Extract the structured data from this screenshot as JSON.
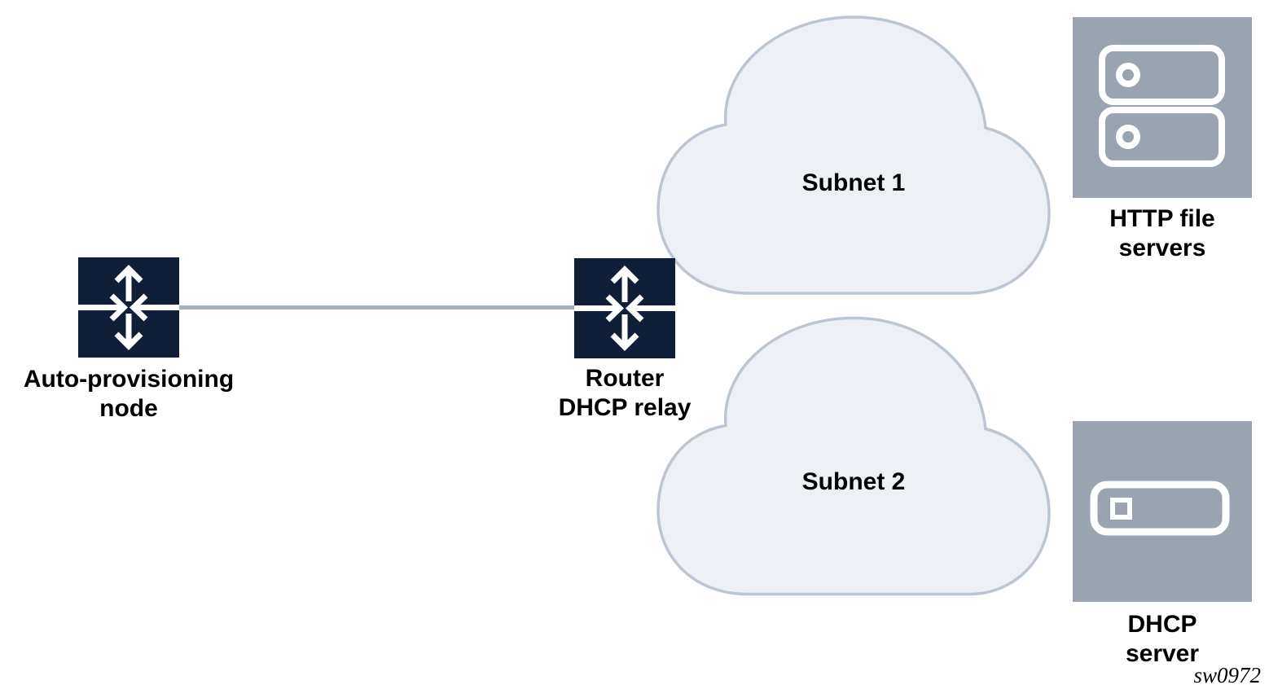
{
  "diagram": {
    "watermark": "sw0972",
    "colors": {
      "node_fill": "#101e38",
      "server_fill": "#9aa4b0",
      "cloud_fill": "#edf1f6",
      "cloud_stroke": "#bcc6d2",
      "link": "#a4aebc",
      "icon_stroke": "#ffffff",
      "label_text": "#000000"
    },
    "nodes": {
      "auto_provisioning": {
        "label_line1": "Auto-provisioning",
        "label_line2": "node"
      },
      "router": {
        "label_line1": "Router",
        "label_line2": "DHCP relay"
      },
      "subnet1": {
        "label": "Subnet 1"
      },
      "subnet2": {
        "label": "Subnet 2"
      },
      "http_servers": {
        "label_line1": "HTTP file",
        "label_line2": "servers"
      },
      "dhcp_server": {
        "label_line1": "DHCP",
        "label_line2": "server"
      }
    }
  }
}
